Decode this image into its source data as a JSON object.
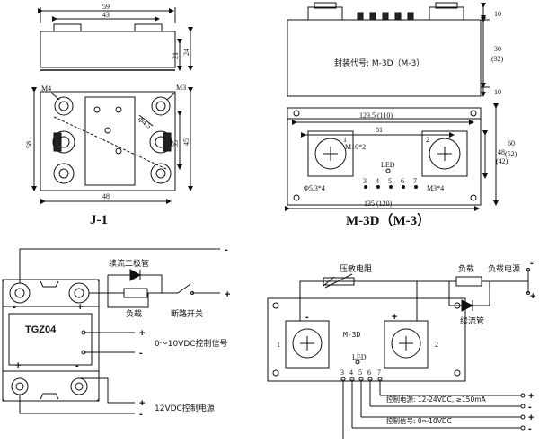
{
  "j1": {
    "caption": "J-1",
    "dims": {
      "w59": "59",
      "w43": "43",
      "h21": "21",
      "h24": "24",
      "m4": "M4",
      "m3": "M3",
      "d45": "Φ4.5",
      "h58": "58",
      "h35": "35",
      "h45": "45",
      "w48": "48"
    }
  },
  "m3d": {
    "caption": "M-3D（M-3）",
    "model_text": "封装代号: M-3D（M-3）",
    "dims": {
      "h10a": "10",
      "h30": "30",
      "h32": "(32)",
      "h10b": "10",
      "w1235": "123.5 (110)",
      "w81": "81",
      "m10": "M10*2",
      "h48": "48",
      "h42": "(42)",
      "h60": "60",
      "h52": "(52)",
      "led": "LED",
      "hole": "Φ5.3*4",
      "m3x4": "M3*4",
      "w135": "135 (120)"
    },
    "pins": [
      "3",
      "4",
      "5",
      "6",
      "7"
    ],
    "terminals": [
      "1",
      "2"
    ]
  },
  "tgz": {
    "module": "TGZ04",
    "diode": "续流二极管",
    "load": "负载",
    "switch": "断路开关",
    "signal": "0～10VDC控制信号",
    "power": "12VDC控制电源",
    "plus": "+",
    "minus": "-"
  },
  "wiring": {
    "varistor": "压敏电阻",
    "load": "负载",
    "load_power": "负载电源",
    "diode": "续流管",
    "module": "M-3D",
    "led": "LED",
    "pins": [
      "3",
      "4",
      "5",
      "6",
      "7"
    ],
    "t1": "1",
    "t2": "2",
    "ctrl_power": "控制电源: 12-24VDC, ≥150mA",
    "ctrl_signal": "控制信号: 0～10VDC",
    "plus": "+",
    "minus": "-"
  }
}
